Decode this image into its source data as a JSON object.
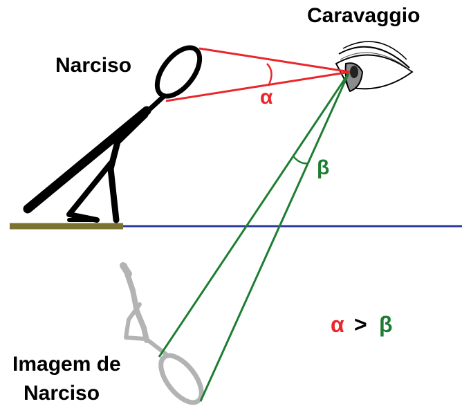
{
  "labels": {
    "observer": "Caravaggio",
    "narcissus": "Narciso",
    "reflection_line1": "Imagem de",
    "reflection_line2": "Narciso",
    "alpha": "α",
    "beta": "β",
    "comparison_left": "α",
    "comparison_op": ">",
    "comparison_right": "β"
  },
  "colors": {
    "alpha_lines": "#e8262b",
    "beta_lines": "#1e7d32",
    "water_line": "#2b3a9e",
    "ground": "#7a7430",
    "figure": "#000000",
    "reflection": "#b3b3b3",
    "text": "#000000"
  }
}
